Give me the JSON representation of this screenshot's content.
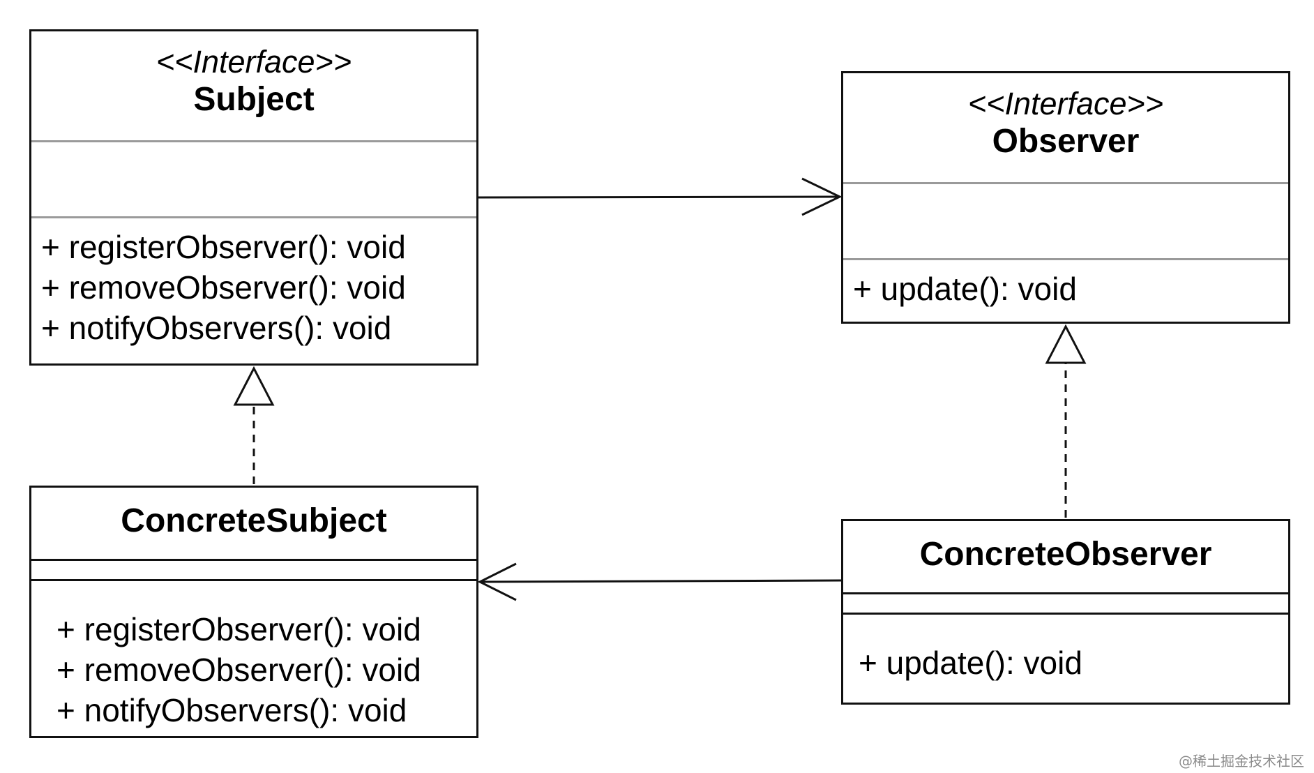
{
  "diagram": {
    "classes": [
      {
        "id": "subject",
        "stereotype": "<<Interface>>",
        "name": "Subject",
        "attributes": [],
        "methods": [
          "+ registerObserver(): void",
          "+ removeObserver(): void",
          "+ notifyObservers(): void"
        ]
      },
      {
        "id": "observer",
        "stereotype": "<<Interface>>",
        "name": "Observer",
        "attributes": [],
        "methods": [
          "+ update(): void"
        ]
      },
      {
        "id": "concrete_subject",
        "stereotype": "",
        "name": "ConcreteSubject",
        "attributes": [],
        "methods": [
          "+ registerObserver(): void",
          "+ removeObserver(): void",
          "+ notifyObservers(): void"
        ]
      },
      {
        "id": "concrete_observer",
        "stereotype": "",
        "name": "ConcreteObserver",
        "attributes": [],
        "methods": [
          "+ update(): void"
        ]
      }
    ],
    "relations": [
      {
        "from": "subject",
        "to": "observer",
        "kind": "association"
      },
      {
        "from": "concrete_subject",
        "to": "subject",
        "kind": "realization"
      },
      {
        "from": "concrete_observer",
        "to": "observer",
        "kind": "realization"
      },
      {
        "from": "concrete_observer",
        "to": "concrete_subject",
        "kind": "association"
      }
    ]
  },
  "watermark": "@稀土掘金技术社区"
}
